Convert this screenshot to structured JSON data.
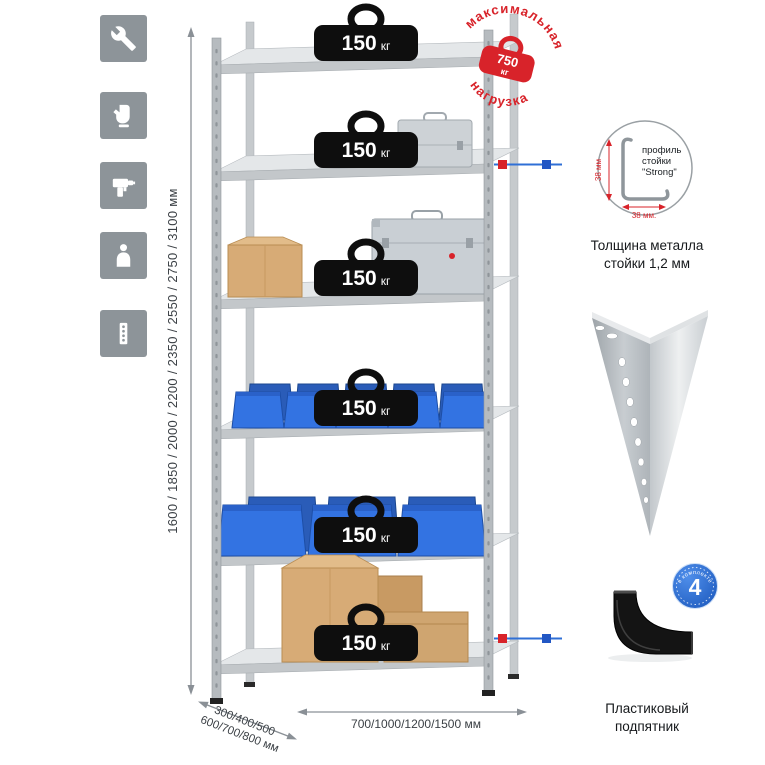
{
  "sidebar_icons": [
    {
      "name": "wrench-icon"
    },
    {
      "name": "gloves-icon"
    },
    {
      "name": "drill-icon"
    },
    {
      "name": "person-icon"
    },
    {
      "name": "rack-post-icon"
    }
  ],
  "dimensions": {
    "height_values": "1600 / 1850 / 2000 / 2200 / 2350 / 2550 / 2750 / 3100 мм",
    "depth_values_line1": "300/400/500",
    "depth_values_line2": "600/700/800 мм",
    "width_values": "700/1000/1200/1500 мм"
  },
  "rack": {
    "shelf_count": 6,
    "load_value": "150",
    "load_unit": "кг"
  },
  "max_load_stamp": {
    "text_top": "максимальная",
    "text_bottom": "нагрузка",
    "value": "750",
    "unit": "кг"
  },
  "profile_detail": {
    "label_line1": "профиль",
    "label_line2": "стойки",
    "label_line3": "\"Strong\"",
    "dim_vertical": "38 мм",
    "dim_horizontal": "38 мм.",
    "caption_line1": "Толщина металла",
    "caption_line2": "стойки 1,2 мм"
  },
  "foot_detail": {
    "badge_value": "4",
    "badge_text": "в комплекте",
    "caption_line1": "Пластиковый",
    "caption_line2": "подпятник"
  },
  "colors": {
    "accent_red": "#d8232a",
    "accent_blue": "#2160cf",
    "metal_light": "#e4e7e9",
    "metal_mid": "#c3c7ca",
    "icon_box_gray": "#8d9499"
  }
}
